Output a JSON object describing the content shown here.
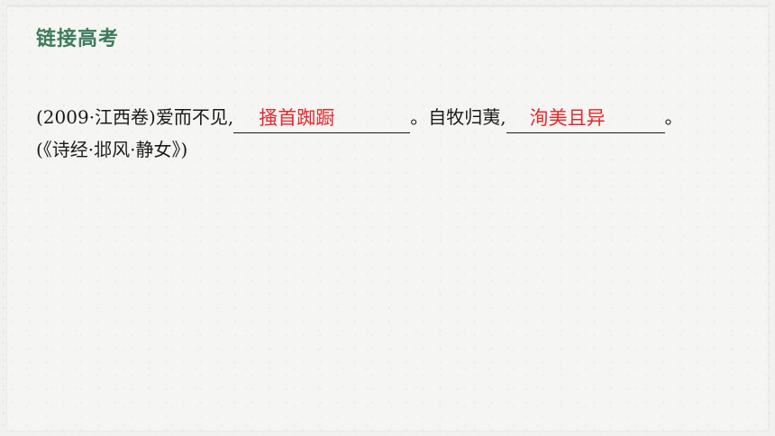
{
  "heading": "链接高考",
  "question": {
    "source": "(2009·江西卷)",
    "line1_part1": "爱而不见,",
    "answer1": "搔首踟蹰",
    "line1_part2": "。自牧归荑,",
    "answer2": "洵美且异",
    "line1_end": "。",
    "citation": "(《诗经·邶风·静女》)"
  },
  "colors": {
    "heading": "#3d7c5a",
    "answer": "#e8262a",
    "text": "#1a1a1a"
  }
}
